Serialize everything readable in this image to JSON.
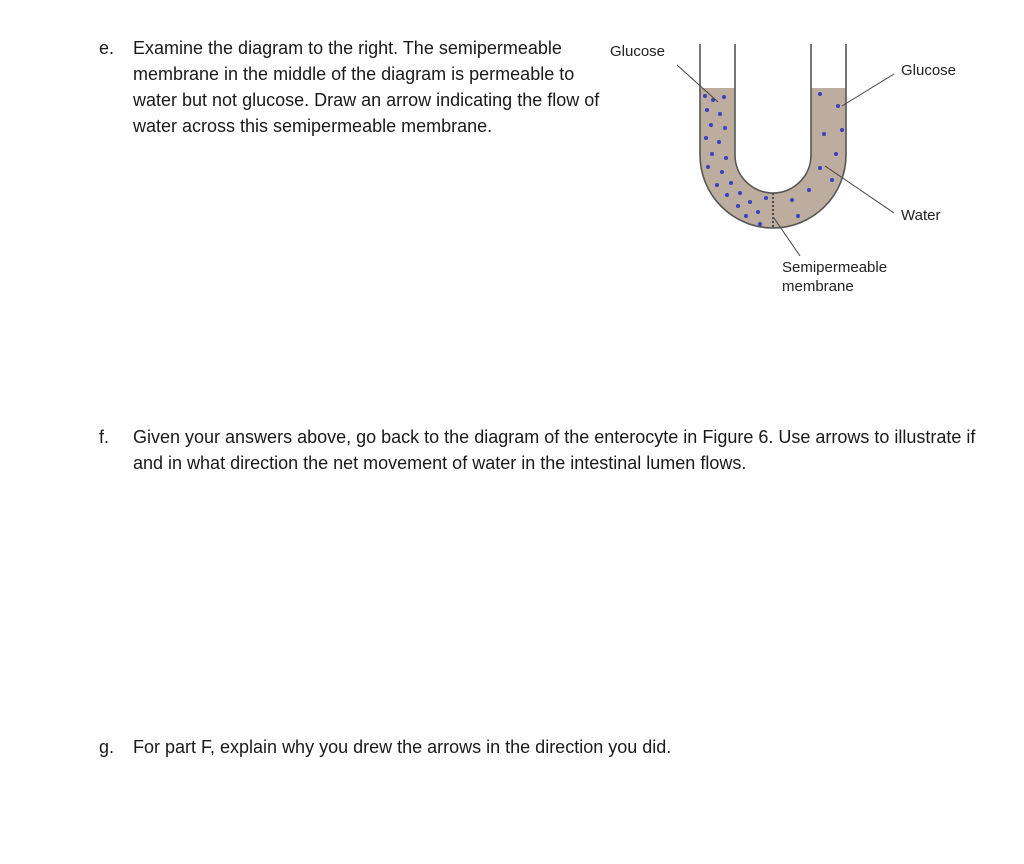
{
  "questions": {
    "e": {
      "letter": "e.",
      "text": "Examine the diagram to the right. The semipermeable membrane in the middle of the diagram is permeable to water but not glucose. Draw an arrow indicating the flow of water across this semipermeable membrane."
    },
    "f": {
      "letter": "f.",
      "text": "Given your answers above, go back to the diagram of the enterocyte in Figure 6. Use arrows to illustrate if and in what direction the net movement of water in the intestinal lumen flows."
    },
    "g": {
      "letter": "g.",
      "text": "For part F, explain why you drew the arrows in the direction you did."
    }
  },
  "diagram": {
    "labels": {
      "glucose_left": "Glucose",
      "glucose_right": "Glucose",
      "water": "Water",
      "membrane": "Semipermeable\nmembrane"
    },
    "colors": {
      "solution": "#bcad9e",
      "glucose_dot": "#3b3fc4",
      "tube_wall": "#555555",
      "membrane": "#4a4a4a"
    }
  }
}
